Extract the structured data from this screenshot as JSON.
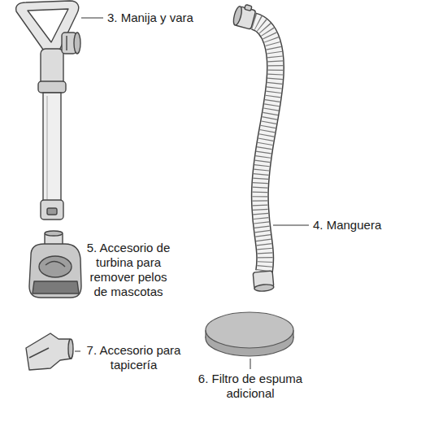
{
  "diagram": {
    "labels": [
      "3. Manija y vara",
      "4. Manguera",
      "5. Accesorio de turbina para remover pelos de mascotas",
      "6. Filtro de espuma adicional",
      "7. Accesorio para tapicería"
    ]
  }
}
